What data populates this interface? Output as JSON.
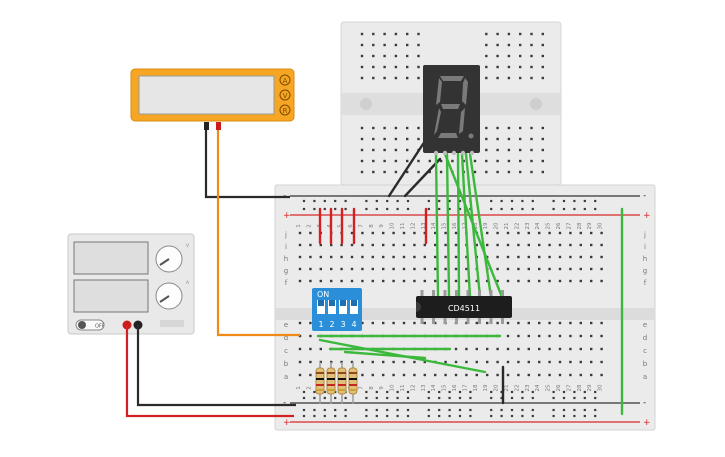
{
  "multimeter": {
    "modes": [
      "A",
      "V",
      "R"
    ],
    "colors": {
      "body": "#f6a623",
      "screen": "#e6e6e6",
      "lead_black": "#222222",
      "lead_red": "#cc1d1d"
    }
  },
  "power_supply": {
    "knob_labels": [
      "V",
      "A"
    ],
    "switch_label": "OFF",
    "colors": {
      "body": "#e9e9e9",
      "screen": "#dedede"
    }
  },
  "dip_switch": {
    "title": "ON",
    "positions": [
      "1",
      "2",
      "3",
      "4"
    ],
    "color": "#2a8fd8"
  },
  "ic": {
    "label": "CD4511",
    "color": "#1d1d1d"
  },
  "seven_segment": {
    "digit_shown": "8",
    "color": "#333333",
    "segment_off": "#7a7a7a"
  },
  "breadboard": {
    "power_rail_signs": [
      "+",
      "-"
    ],
    "row_letters_top": [
      "j",
      "i",
      "h",
      "g",
      "f"
    ],
    "row_letters_bottom": [
      "e",
      "d",
      "c",
      "b",
      "a"
    ],
    "column_numbers": [
      "1",
      "2",
      "3",
      "4",
      "5",
      "6",
      "7",
      "8",
      "9",
      "10",
      "11",
      "12",
      "13",
      "14",
      "15",
      "16",
      "17",
      "18",
      "19",
      "20",
      "21",
      "22",
      "23",
      "24",
      "25",
      "26",
      "27",
      "28",
      "29",
      "30"
    ],
    "colors": {
      "board": "#ebebeb",
      "rail_red": "#d62828",
      "rail_black": "#333333",
      "hole": "#3a3a3a"
    }
  },
  "wire_colors": {
    "green": "#3cb83c",
    "red": "#d42020",
    "black": "#2a2a2a",
    "orange": "#f08a16"
  }
}
